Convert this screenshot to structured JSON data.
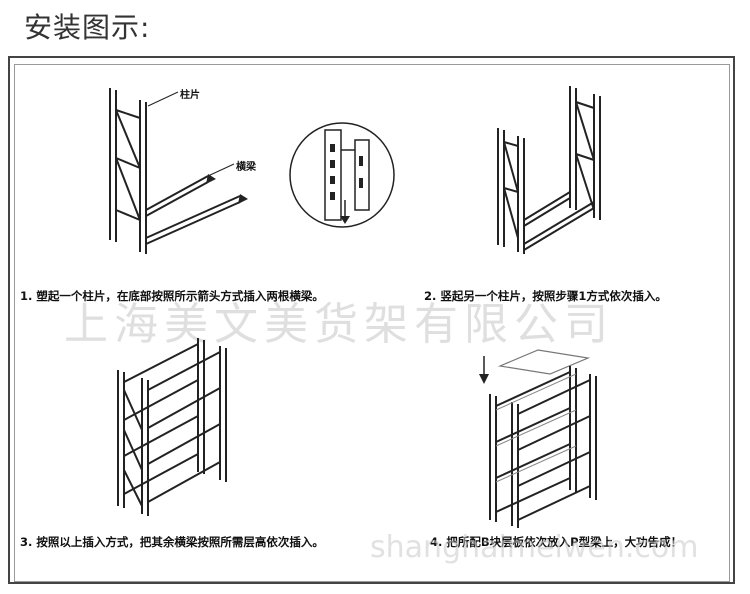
{
  "page_title": "安装图示:",
  "labels": {
    "upright": "柱片",
    "beam": "横梁"
  },
  "steps": [
    {
      "caption": "1. 塑起一个柱片，在底部按照所示箭头方式插入两根横梁。"
    },
    {
      "caption": "2. 竖起另一个柱片，按照步骤1方式依次插入。"
    },
    {
      "caption": "3. 按照以上插入方式，把其余横梁按照所需层高依次插入。"
    },
    {
      "caption": "4. 把所配B块层板依次放入P型梁上，大功告成！"
    }
  ],
  "watermark": "上海美文美货架有限公司",
  "watermark_url": "shanghaimeiwen.com"
}
